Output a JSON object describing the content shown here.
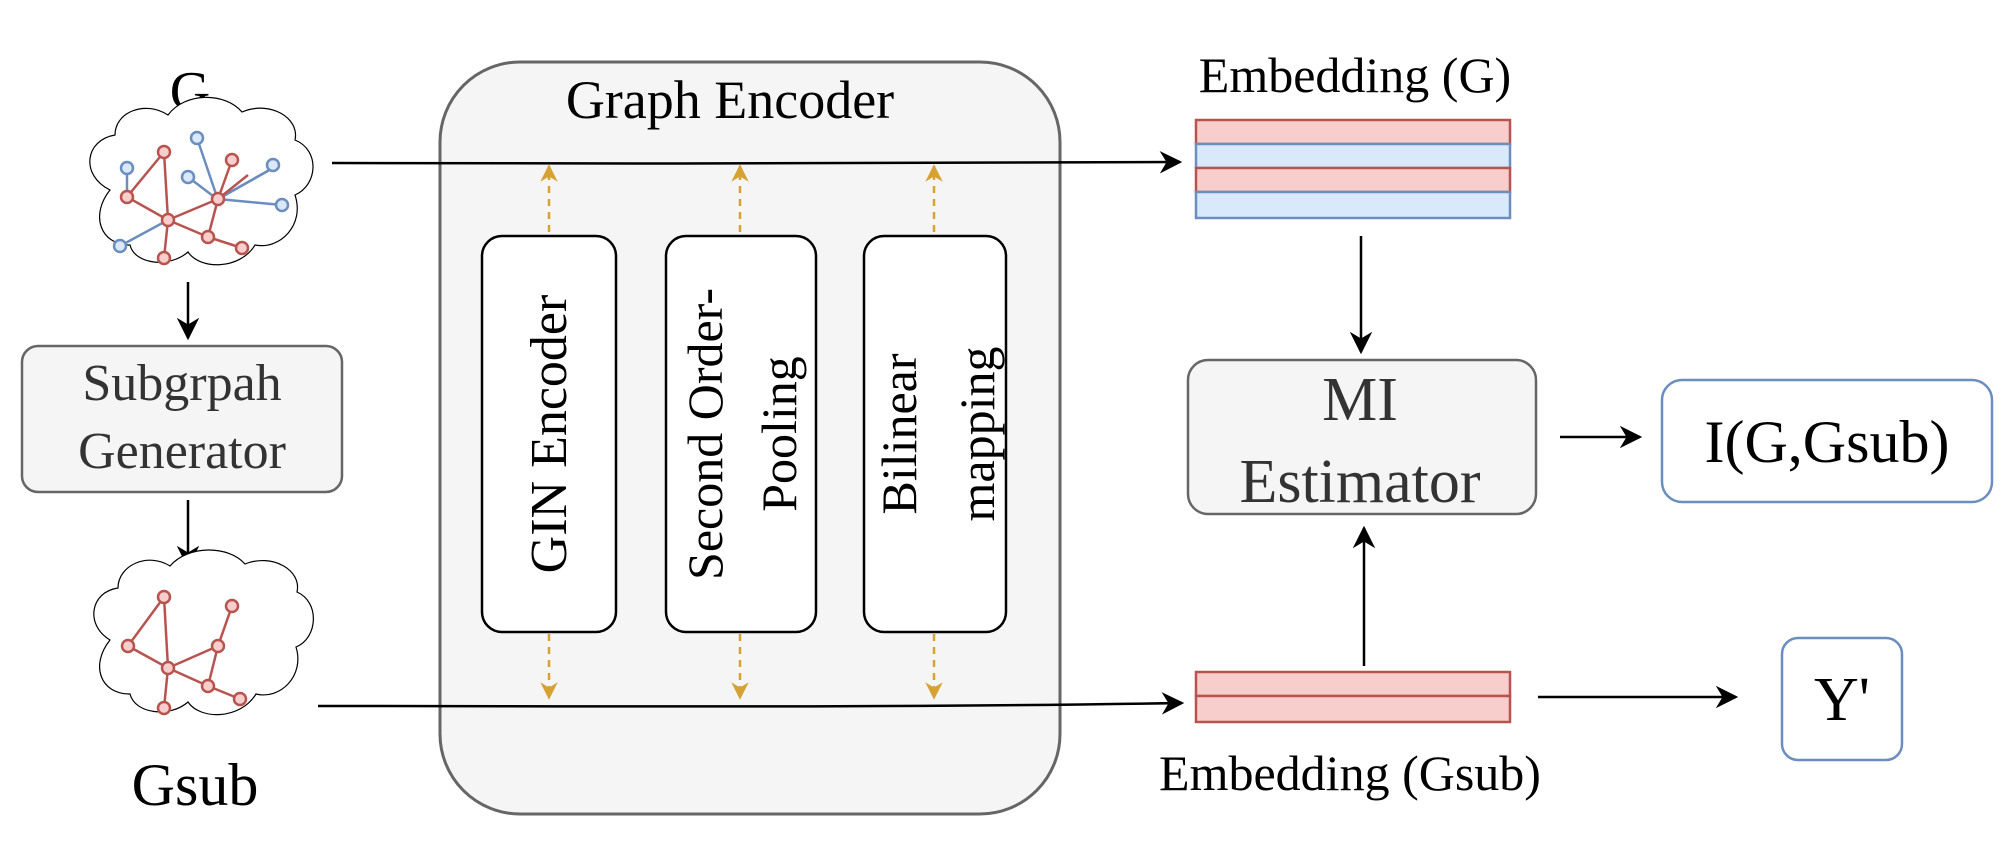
{
  "graph_g": {
    "label": "G"
  },
  "graph_gsub": {
    "label": "Gsub"
  },
  "subgraph_generator": {
    "line1": "Subgrpah",
    "line2": "Generator"
  },
  "graph_encoder": {
    "title": "Graph Encoder",
    "gin": {
      "label": "GIN Encoder"
    },
    "sop": {
      "line1": "Second Order-",
      "line2": "Pooling"
    },
    "bilinear": {
      "line1": "Bilinear",
      "line2": "mapping"
    }
  },
  "embedding_g": {
    "label": "Embedding (G)"
  },
  "embedding_gsub": {
    "label": "Embedding (Gsub)"
  },
  "mi_estimator": {
    "line1": "MI",
    "line2": "Estimator"
  },
  "mi_output": {
    "label": "I(G,Gsub)"
  },
  "prediction": {
    "label": "Y'"
  },
  "colors": {
    "red_node": "#b85450",
    "red_fill": "#f8cecc",
    "blue_node": "#6c8ebf",
    "blue_fill": "#dae8fc",
    "panel_fill": "#f5f5f5",
    "panel_stroke": "#666666",
    "dashed_arrow": "#d6a232",
    "output_stroke": "#6c8ebf"
  }
}
